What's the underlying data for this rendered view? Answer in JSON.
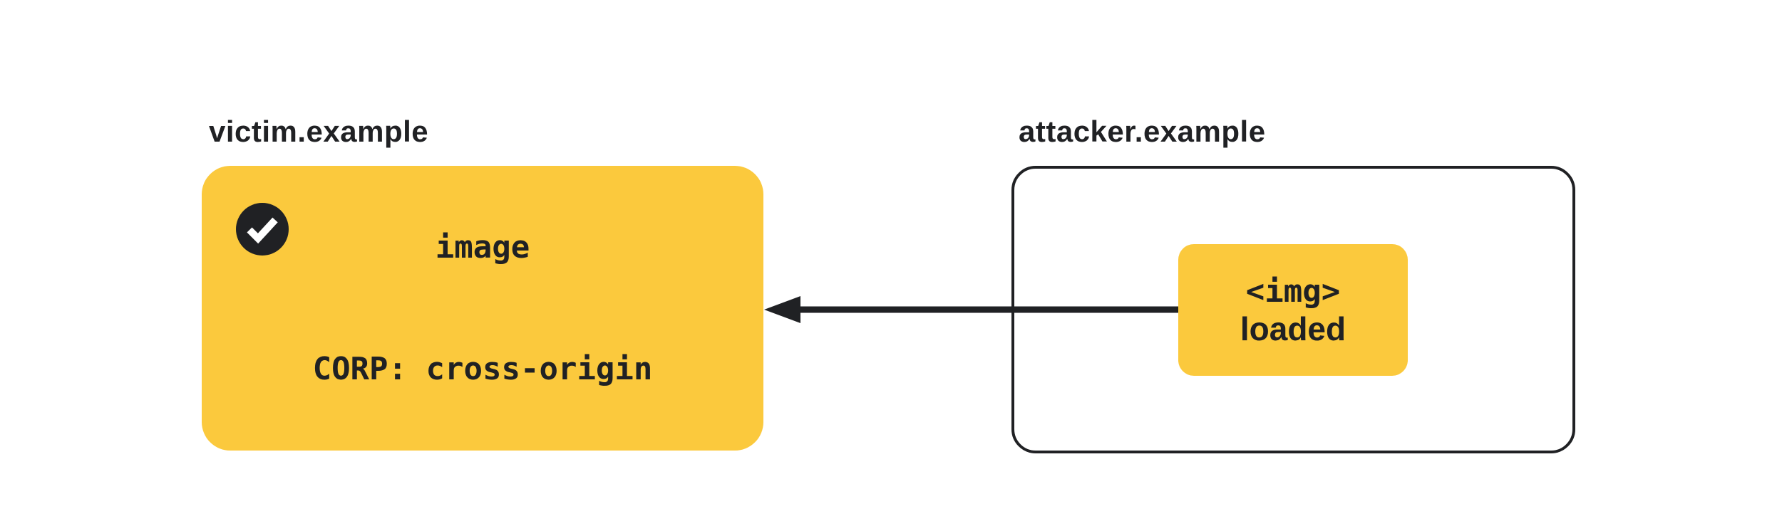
{
  "diagram": {
    "title_hint": "cross-origin image load allowed by CORP",
    "victim": {
      "domain_label": "victim.example",
      "resource_type": "image",
      "corp_header": "CORP: cross-origin",
      "status_icon": "check-circle"
    },
    "attacker": {
      "domain_label": "attacker.example",
      "embed_tag": "<img>",
      "embed_status": "loaded"
    },
    "arrow": {
      "direction": "right-to-left",
      "from": "attacker.example img box",
      "to": "victim.example image resource"
    },
    "colors": {
      "highlight_yellow": "#FBC93D",
      "ink": "#202124",
      "background": "#FFFFFF"
    }
  }
}
